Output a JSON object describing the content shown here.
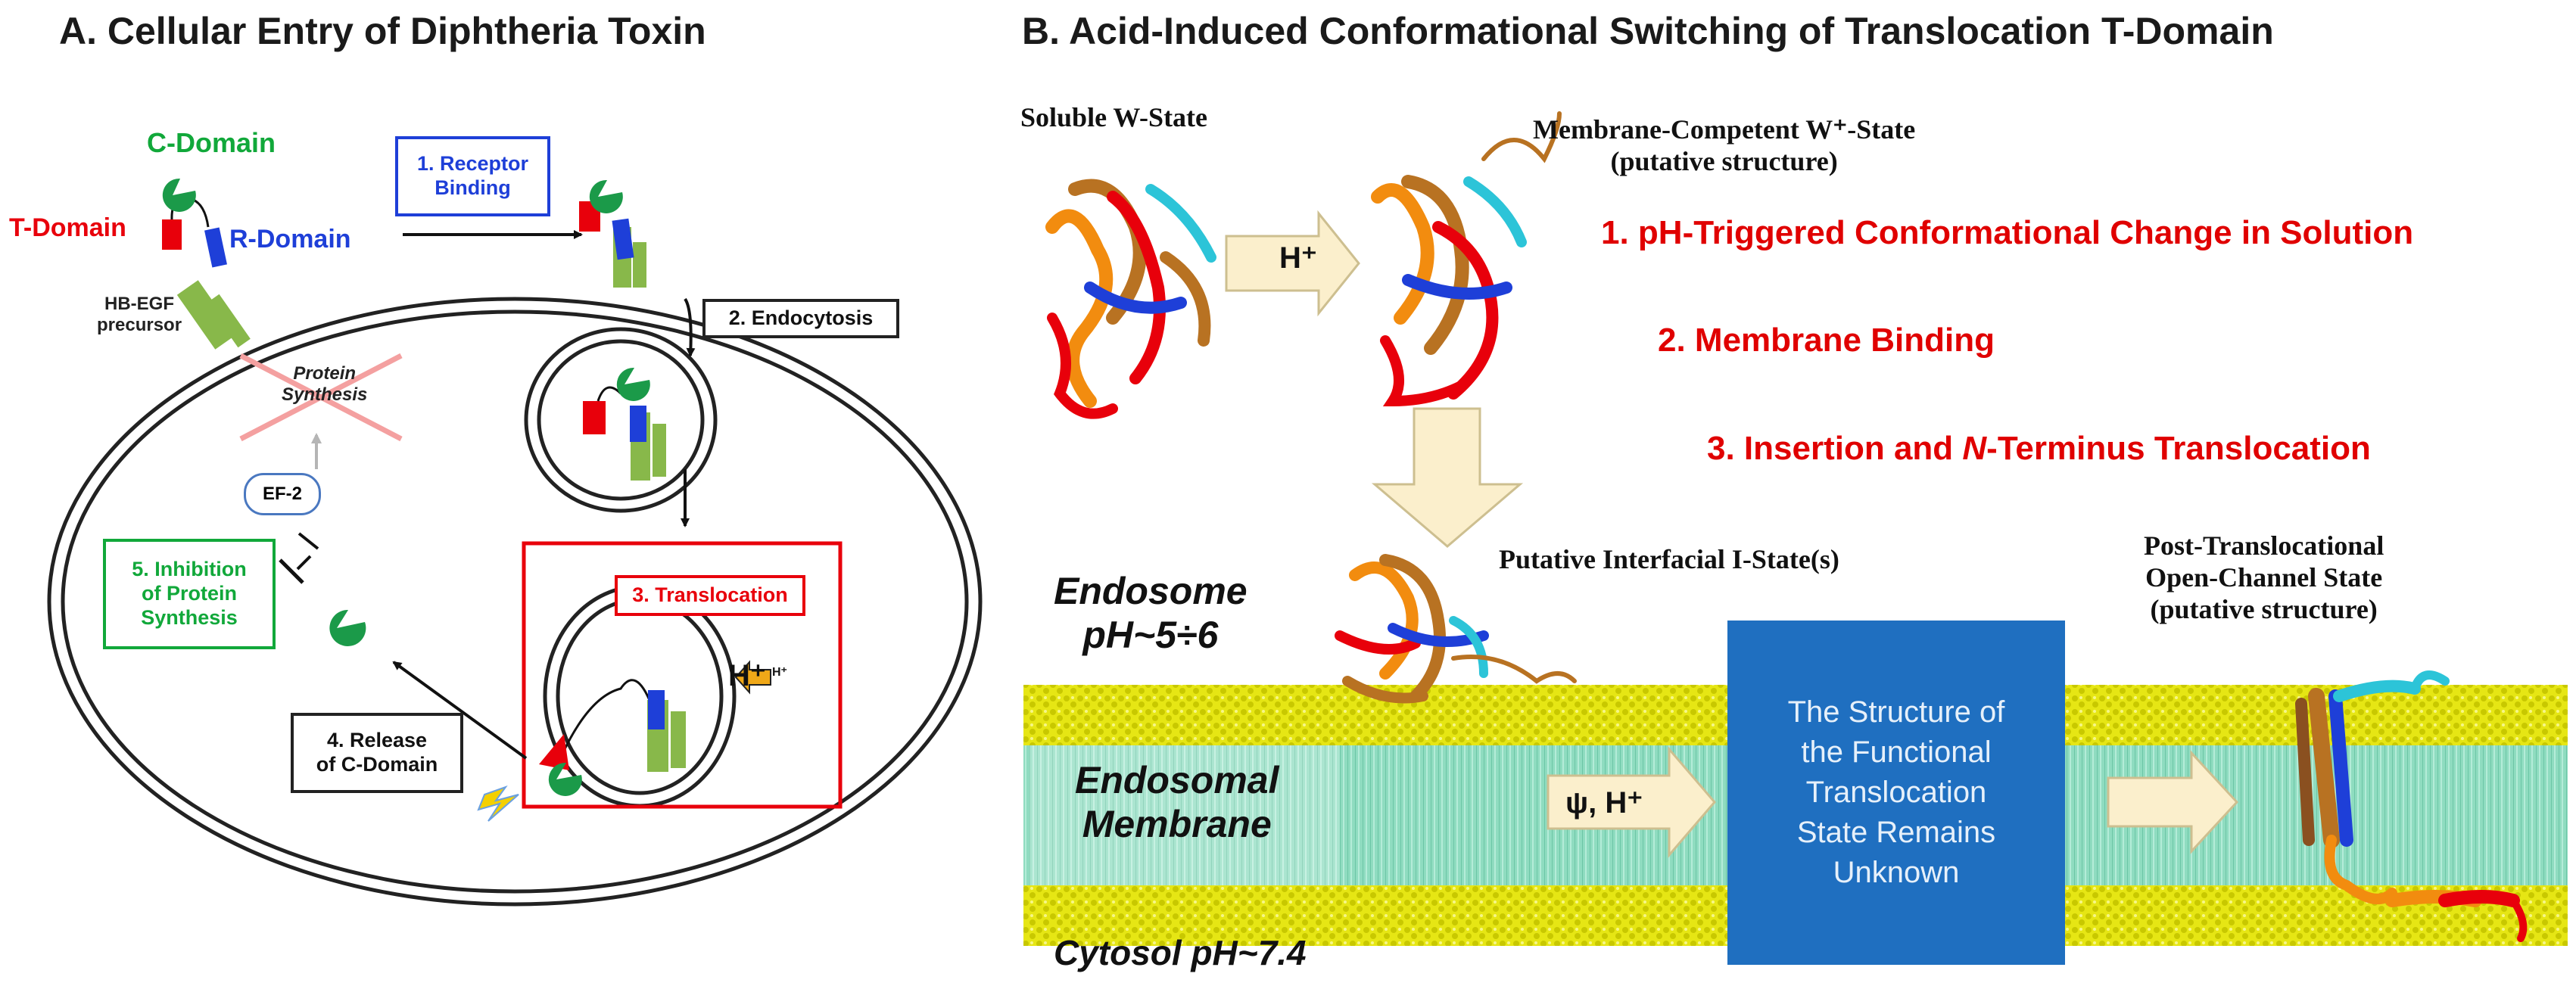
{
  "panel_a": {
    "title": "A. Cellular Entry of Diphtheria Toxin",
    "labels": {
      "c_domain": "C-Domain",
      "t_domain": "T-Domain",
      "r_domain": "R-Domain",
      "hb_egf_1": "HB-EGF",
      "hb_egf_2": "precursor",
      "protein_synthesis_1": "Protein",
      "protein_synthesis_2": "Synthesis",
      "ef2": "EF-2",
      "h_plus": "H⁺",
      "h_plus_small": "H⁺"
    },
    "steps": {
      "receptor_binding_1": "1. Receptor",
      "receptor_binding_2": "Binding",
      "endocytosis": "2. Endocytosis",
      "translocation": "3. Translocation",
      "release_1": "4. Release",
      "release_2": "of C-Domain",
      "inhibition_1": "5. Inhibition",
      "inhibition_2": "of Protein",
      "inhibition_3": "Synthesis"
    },
    "colors": {
      "red": "#e8000b",
      "blue": "#1e3fd8",
      "green": "#11a83a",
      "dark_green": "#0d7a3f"
    }
  },
  "panel_b": {
    "title": "B. Acid-Induced Conformational Switching of Translocation T-Domain",
    "states": {
      "soluble": "Soluble W-State",
      "competent_1": "Membrane-Competent W⁺-State",
      "competent_2": "(putative structure)",
      "interfacial": "Putative Interfacial I-State(s)",
      "post_1": "Post-Translocational",
      "post_2": "Open-Channel State",
      "post_3": "(putative structure)"
    },
    "steps": {
      "step1": "1. pH-Triggered Conformational Change in Solution",
      "step2": "2. Membrane Binding",
      "step3_a": "3. Insertion and ",
      "step3_b": "N",
      "step3_c": "-Terminus Translocation"
    },
    "arrows": {
      "h_plus": "H⁺",
      "psi_h": "ψ, H⁺"
    },
    "membrane": {
      "endosome_1": "Endosome",
      "endosome_2": "pH~5÷6",
      "membrane_1": "Endosomal",
      "membrane_2": "Membrane",
      "cytosol": "Cytosol pH~7.4"
    },
    "unknown_box": {
      "line1": "The Structure of",
      "line2": "the Functional",
      "line3": "Translocation",
      "line4": "State Remains",
      "line5": "Unknown",
      "color": "#1f6fc0"
    },
    "colors": {
      "lipid_head": "#eaea1a",
      "lipid_tail": "#8fdcc0",
      "step_red": "#e00000",
      "arrow_fill": "#fbefcc"
    }
  }
}
